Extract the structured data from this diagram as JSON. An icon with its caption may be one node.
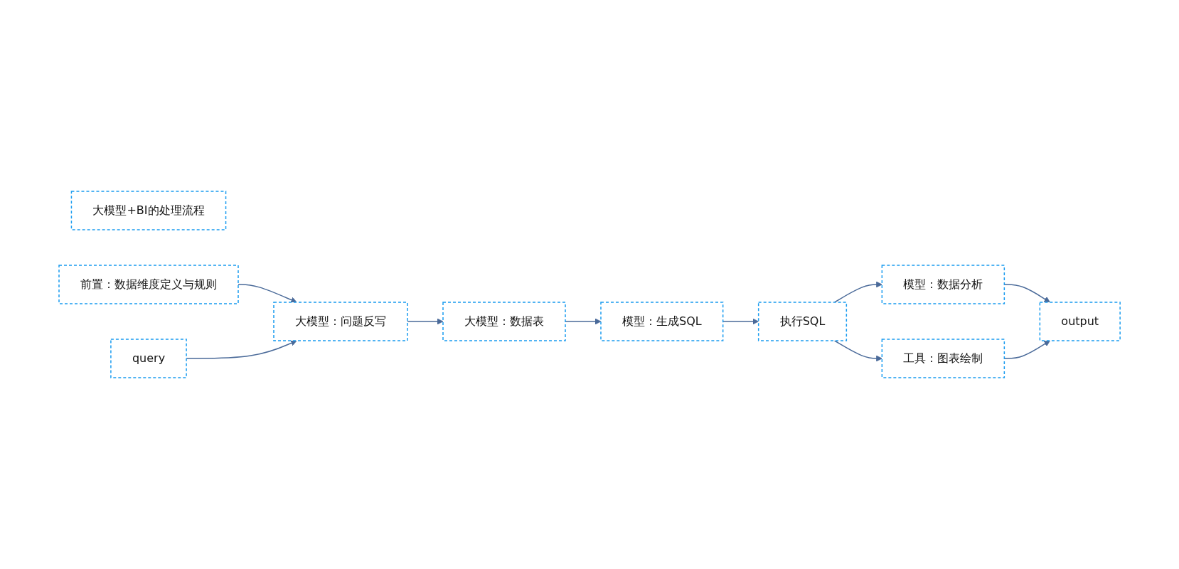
{
  "diagram": {
    "nodes": [
      {
        "text": [
          "大模型+BI的处理流程"
        ]
      },
      {
        "text": [
          "前置：数据维度定义与规则"
        ]
      },
      {
        "text": [
          "query"
        ]
      },
      {
        "text": [
          "大模型：问题反写"
        ]
      },
      {
        "text": [
          "大模型：数据表"
        ]
      },
      {
        "text": [
          "模型：生成SQL"
        ]
      },
      {
        "text": [
          "模型：数据分析"
        ]
      },
      {
        "text": [
          "output"
        ]
      },
      {
        "text": [
          "执行SQL"
        ]
      },
      {
        "text": [
          "工具：图表绘制"
        ]
      }
    ],
    "edges": [
      {
        "from": 1,
        "to": 3,
        "arrow": "to"
      },
      {
        "from": 2,
        "to": 3,
        "arrow": "to"
      },
      {
        "from": 3,
        "to": 4,
        "arrow": "to"
      },
      {
        "from": 4,
        "to": 5,
        "arrow": "to"
      },
      {
        "from": 5,
        "to": 8,
        "arrow": "to"
      },
      {
        "from": 8,
        "to": 6,
        "arrow": "to"
      },
      {
        "from": 8,
        "to": 9,
        "arrow": "to"
      },
      {
        "from": 6,
        "to": 7,
        "arrow": "to"
      },
      {
        "from": 9,
        "to": 7,
        "arrow": "to"
      }
    ]
  }
}
